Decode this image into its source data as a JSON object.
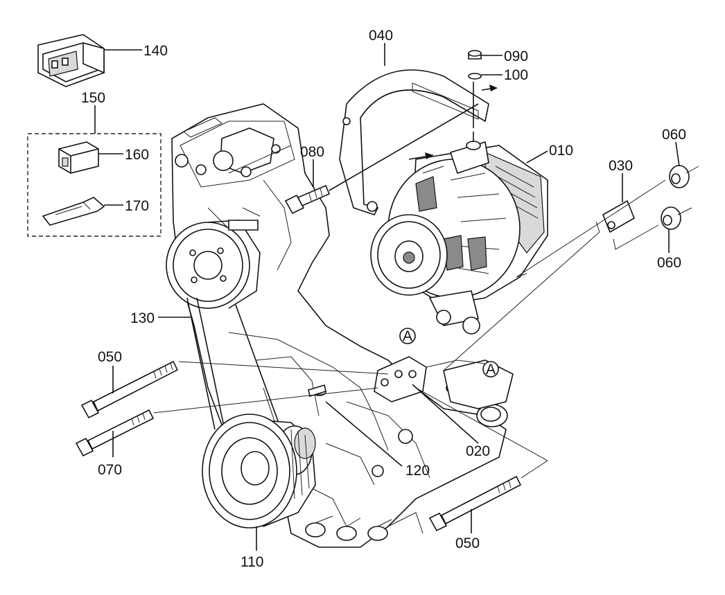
{
  "diagram": {
    "callouts": [
      {
        "id": "c140",
        "text": "140"
      },
      {
        "id": "c150",
        "text": "150"
      },
      {
        "id": "c160",
        "text": "160"
      },
      {
        "id": "c170",
        "text": "170"
      },
      {
        "id": "c040",
        "text": "040"
      },
      {
        "id": "c090",
        "text": "090"
      },
      {
        "id": "c100",
        "text": "100"
      },
      {
        "id": "c080",
        "text": "080"
      },
      {
        "id": "c010",
        "text": "010"
      },
      {
        "id": "c030",
        "text": "030"
      },
      {
        "id": "c060a",
        "text": "060"
      },
      {
        "id": "c060b",
        "text": "060"
      },
      {
        "id": "c130",
        "text": "130"
      },
      {
        "id": "c050a",
        "text": "050"
      },
      {
        "id": "c070",
        "text": "070"
      },
      {
        "id": "c020",
        "text": "020"
      },
      {
        "id": "c120",
        "text": "120"
      },
      {
        "id": "c110",
        "text": "110"
      },
      {
        "id": "c050b",
        "text": "050"
      }
    ],
    "reference_marks": [
      {
        "id": "refA1",
        "text": "A"
      },
      {
        "id": "refA2",
        "text": "A"
      }
    ]
  }
}
